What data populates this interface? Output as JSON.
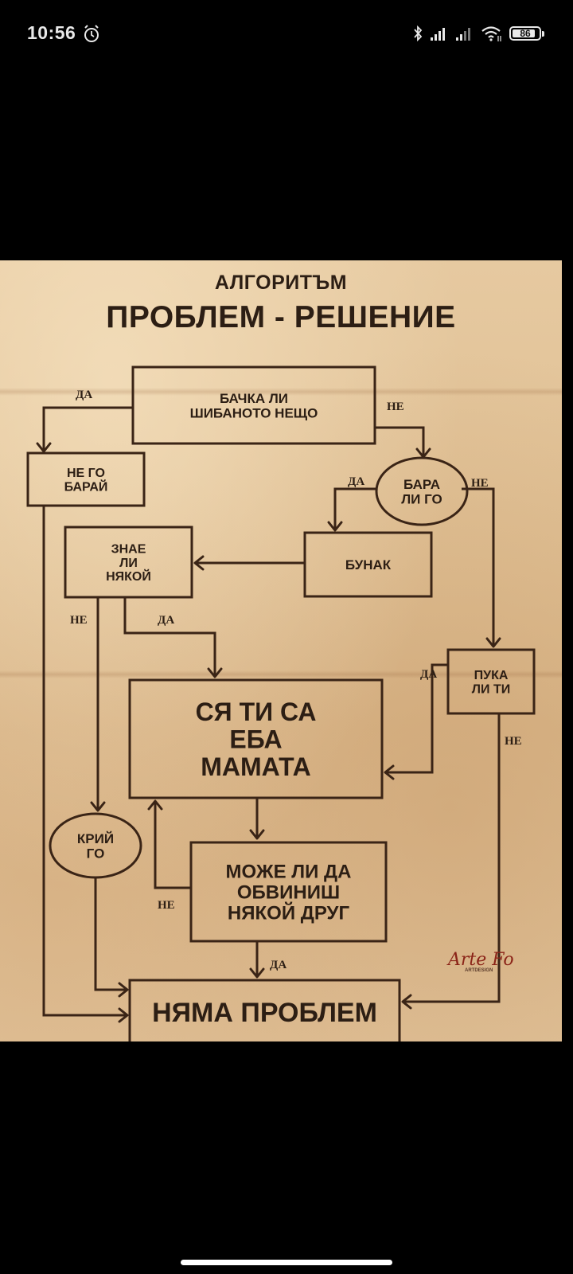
{
  "status_bar": {
    "time": "10:56",
    "icons": [
      "alarm-icon",
      "bluetooth-icon",
      "signal-icon",
      "signal-icon",
      "wifi-icon",
      "battery-icon"
    ],
    "battery_level": 86,
    "battery_label": "86"
  },
  "poster": {
    "subtitle": "АЛГОРИТЪМ",
    "title": "ПРОБЛЕМ - РЕШЕНИЕ",
    "signature": "Arte Fo",
    "signature_sub": "ARTDESIGN",
    "colors": {
      "paper": "#e2c49b",
      "ink": "#3a2416",
      "signature": "#8b2418"
    }
  },
  "diagram": {
    "nodes": [
      {
        "id": "works",
        "shape": "rect",
        "lines": [
          "БАЧКА ЛИ",
          "ШИБАНОТО НЕЩО"
        ]
      },
      {
        "id": "dont_touch",
        "shape": "rect",
        "lines": [
          "НЕ ГО",
          "БАРАЙ"
        ]
      },
      {
        "id": "touched",
        "shape": "ellipse",
        "lines": [
          "БАРА",
          "ЛИ ГО"
        ]
      },
      {
        "id": "idiot",
        "shape": "rect",
        "lines": [
          "БУНАК"
        ]
      },
      {
        "id": "anyone_knows",
        "shape": "rect",
        "lines": [
          "ЗНАЕ",
          "ЛИ",
          "НЯКОЙ"
        ]
      },
      {
        "id": "care",
        "shape": "rect",
        "lines": [
          "ПУКА",
          "ЛИ ТИ"
        ]
      },
      {
        "id": "screwed",
        "shape": "rect",
        "lines": [
          "СЯ ТИ СА",
          "ЕБА",
          "МАМАТА"
        ]
      },
      {
        "id": "hide",
        "shape": "ellipse",
        "lines": [
          "КРИЙ",
          "ГО"
        ]
      },
      {
        "id": "blame",
        "shape": "rect",
        "lines": [
          "МОЖЕ ЛИ ДА",
          "ОБВИНИШ",
          "НЯКОЙ ДРУГ"
        ]
      },
      {
        "id": "no_problem",
        "shape": "rect",
        "lines": [
          "НЯМА ПРОБЛЕМ"
        ]
      }
    ],
    "edges": [
      {
        "from": "works",
        "to": "dont_touch",
        "label": "ДА"
      },
      {
        "from": "works",
        "to": "touched",
        "label": "НЕ"
      },
      {
        "from": "touched",
        "to": "idiot",
        "label": "ДА"
      },
      {
        "from": "touched",
        "to": "care",
        "label": "НЕ"
      },
      {
        "from": "idiot",
        "to": "anyone_knows",
        "label": ""
      },
      {
        "from": "anyone_knows",
        "to": "hide",
        "label": "НЕ"
      },
      {
        "from": "anyone_knows",
        "to": "screwed",
        "label": "ДА"
      },
      {
        "from": "care",
        "to": "screwed",
        "label": "ДА"
      },
      {
        "from": "care",
        "to": "no_problem",
        "label": "НЕ"
      },
      {
        "from": "screwed",
        "to": "blame",
        "label": ""
      },
      {
        "from": "blame",
        "to": "screwed",
        "label": "НЕ"
      },
      {
        "from": "blame",
        "to": "no_problem",
        "label": "ДА"
      },
      {
        "from": "hide",
        "to": "no_problem",
        "label": ""
      },
      {
        "from": "dont_touch",
        "to": "no_problem",
        "label": ""
      }
    ]
  }
}
